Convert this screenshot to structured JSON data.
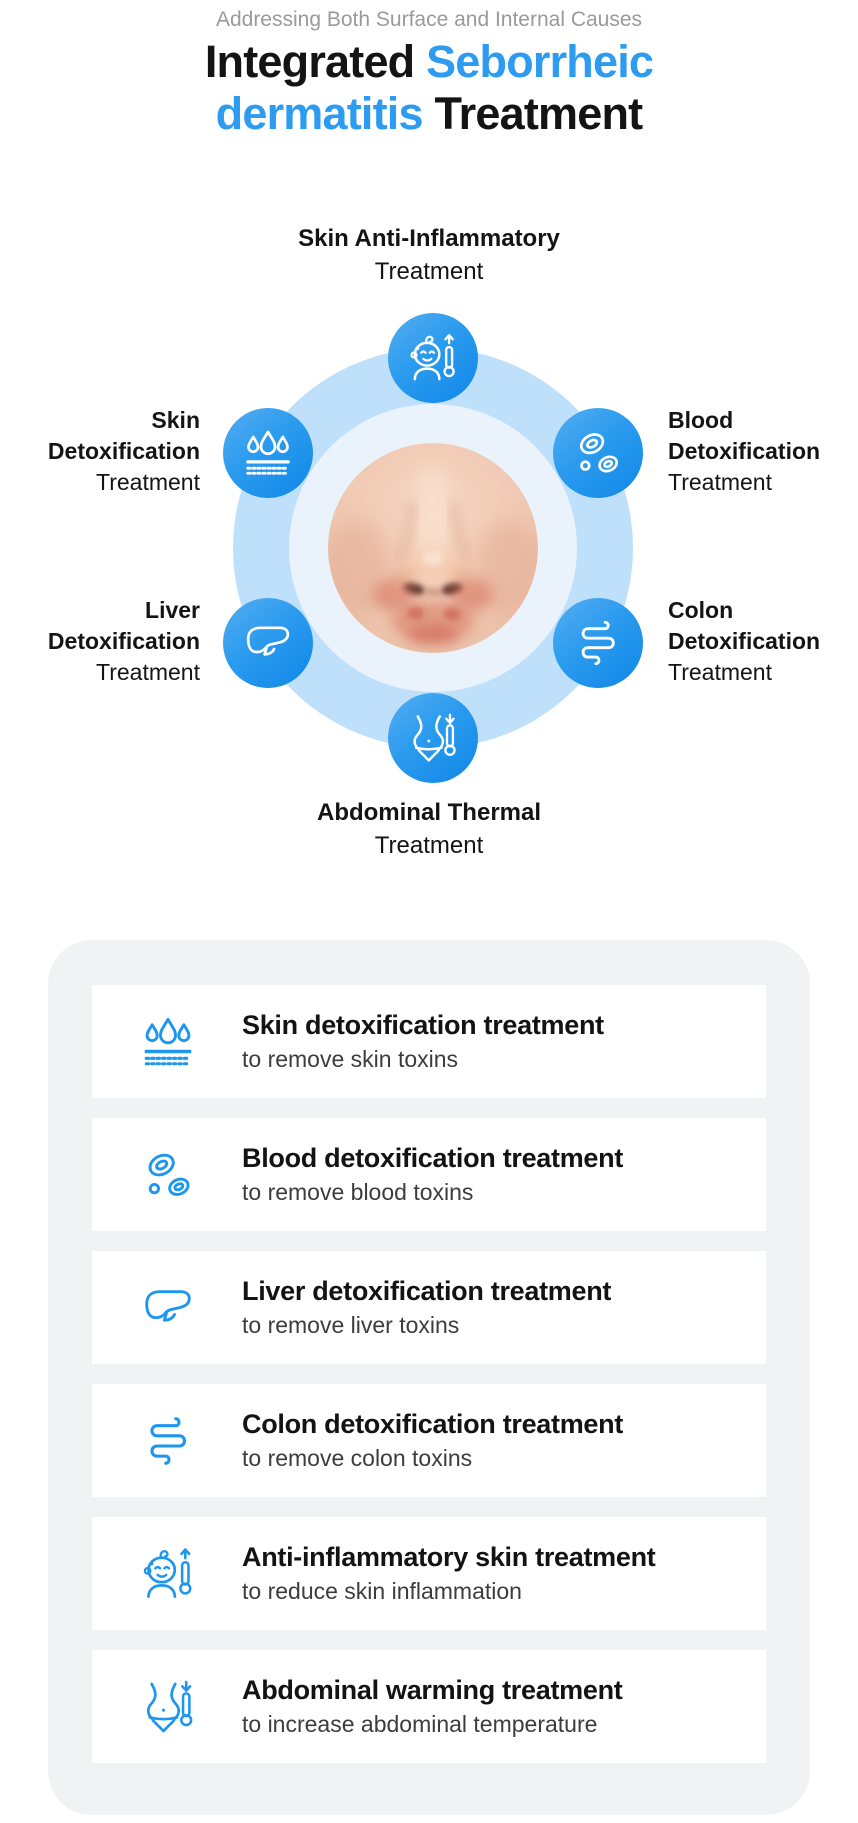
{
  "page": {
    "background": "#FFFFFF"
  },
  "colors": {
    "accent_blue": "#2D9CF0",
    "icon_blue": "#1D96F0",
    "icon_circle_gradient_top": "#55AEF2",
    "icon_circle_gradient_bottom": "#0F87E8",
    "ring_blue": "#BFE0FB",
    "inner_ring": "#EAF2FB",
    "panel_gray": "#F1F2F3",
    "card_white": "#FFFFFF",
    "title_dark": "#141414",
    "tagline_gray": "#9A9A9A"
  },
  "header": {
    "tagline": "Addressing Both Surface and Internal Causes",
    "title": {
      "line1_dark": "Integrated ",
      "line1_blue": "Seborrheic",
      "line2_blue": "dermatitis",
      "line2_dark": " Treatment"
    }
  },
  "diagram": {
    "center_photo": "close-up photo of a nose with seborrheic dermatitis redness",
    "nodes": {
      "top": {
        "icon": "baby-thermometer-icon",
        "bold": "Skin Anti-Inflammatory",
        "regular": "Treatment"
      },
      "left_top": {
        "icon": "skin-detox-icon",
        "bold": "Skin Detoxification",
        "regular": "Treatment"
      },
      "right_top": {
        "icon": "blood-cells-icon",
        "bold": "Blood Detoxification",
        "regular": "Treatment"
      },
      "left_bottom": {
        "icon": "liver-icon",
        "bold": "Liver Detoxification",
        "regular": "Treatment"
      },
      "right_bottom": {
        "icon": "colon-icon",
        "bold": "Colon Detoxification",
        "regular": "Treatment"
      },
      "bottom": {
        "icon": "abdomen-thermometer-icon",
        "bold": "Abdominal Thermal",
        "regular": "Treatment"
      }
    }
  },
  "treatments": [
    {
      "icon": "skin-detox-icon",
      "title": "Skin detoxification treatment",
      "description": "to remove skin toxins"
    },
    {
      "icon": "blood-cells-icon",
      "title": "Blood detoxification treatment",
      "description": "to remove blood toxins"
    },
    {
      "icon": "liver-icon",
      "title": "Liver detoxification treatment",
      "description": "to remove liver toxins"
    },
    {
      "icon": "colon-icon",
      "title": "Colon detoxification treatment",
      "description": "to remove colon toxins"
    },
    {
      "icon": "baby-thermometer-icon",
      "title": "Anti-inflammatory skin treatment",
      "description": "to reduce skin inflammation"
    },
    {
      "icon": "abdomen-thermometer-icon",
      "title": "Abdominal warming treatment",
      "description": "to increase abdominal temperature"
    }
  ]
}
